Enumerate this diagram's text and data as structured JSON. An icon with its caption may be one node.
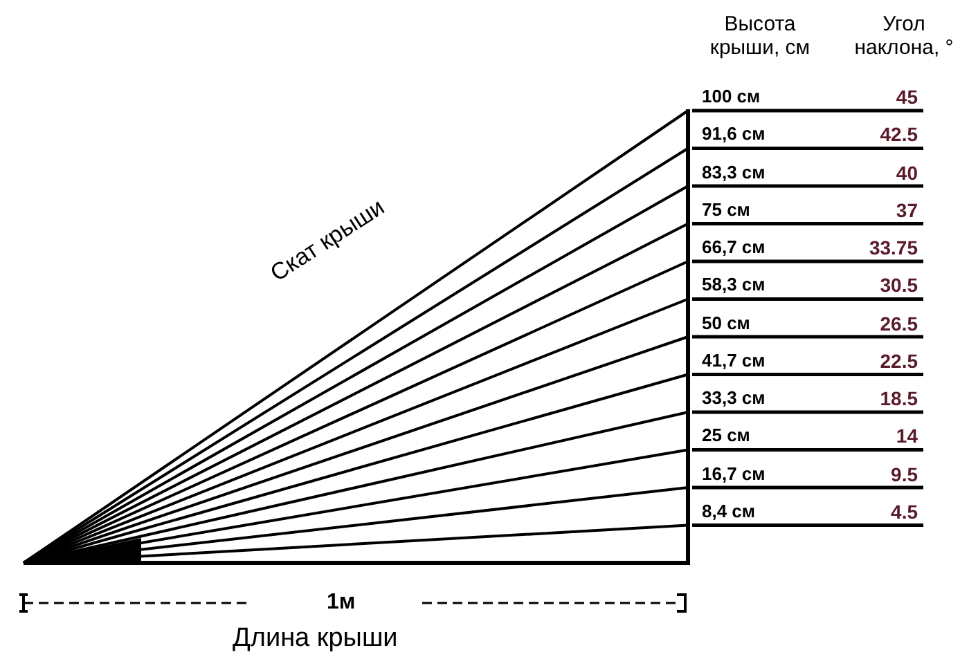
{
  "diagram": {
    "labels": [
      "Высота крыши, см",
      "Угол наклона, °",
      "100 см",
      "45",
      "91,6 см",
      "42.5",
      "83,3 см",
      "40",
      "75 см",
      "37",
      "66,7 см",
      "33.75",
      "58,3 см",
      "30.5",
      "50 см",
      "26.5",
      "41,7 см",
      "22.5",
      "33,3 см",
      "18.5",
      "25 см",
      "14",
      "16,7 см",
      "9.5",
      "8,4 см",
      "4.5",
      "Скат крыши",
      "1м",
      "Длина крыши"
    ]
  }
}
